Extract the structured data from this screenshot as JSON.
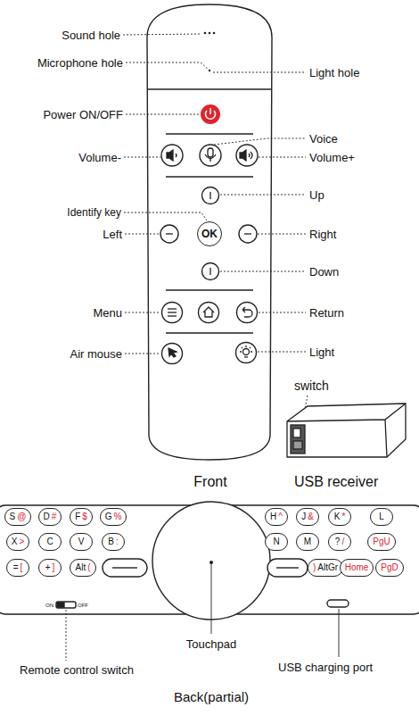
{
  "diagram": {
    "nodes": [
      {
        "text": [
          "OK"
        ]
      },
      {
        "text": [
          "S",
          "@"
        ]
      },
      {
        "text": [
          "D",
          "#"
        ]
      },
      {
        "text": [
          "F",
          "$"
        ]
      },
      {
        "text": [
          "G",
          "%"
        ]
      },
      {
        "text": [
          "H",
          "^"
        ]
      },
      {
        "text": [
          "J",
          "&"
        ]
      },
      {
        "text": [
          "K",
          "*"
        ]
      },
      {
        "text": [
          "L"
        ]
      },
      {
        "text": [
          "X",
          ">"
        ]
      },
      {
        "text": [
          "C"
        ]
      },
      {
        "text": [
          "V"
        ]
      },
      {
        "text": [
          "B",
          ":"
        ]
      },
      {
        "text": [
          "N"
        ]
      },
      {
        "text": [
          "M"
        ]
      },
      {
        "text": [
          "?",
          "/"
        ]
      },
      {
        "text": [
          "PgU"
        ]
      },
      {
        "text": [
          "=",
          "["
        ]
      },
      {
        "text": [
          "+",
          "]"
        ]
      },
      {
        "text": [
          "Alt",
          "("
        ]
      },
      {
        "text": [
          ")",
          "AltGr"
        ]
      },
      {
        "text": [
          "Home"
        ]
      },
      {
        "text": [
          "PgD"
        ]
      }
    ],
    "labels": [
      "Sound hole",
      "Microphone  hole",
      "Light hole",
      "Power ON/OFF",
      "Voice",
      "Volume-",
      "Volume+",
      "Up",
      "Identify key",
      "Left",
      "Right",
      "Down",
      "Menu",
      "Return",
      "Air mouse",
      "Light",
      "switch",
      "Front",
      "USB receiver",
      "ON",
      "OFF",
      "Touchpad",
      "Remote control switch",
      "USB charging port",
      "Back(partial)"
    ]
  }
}
